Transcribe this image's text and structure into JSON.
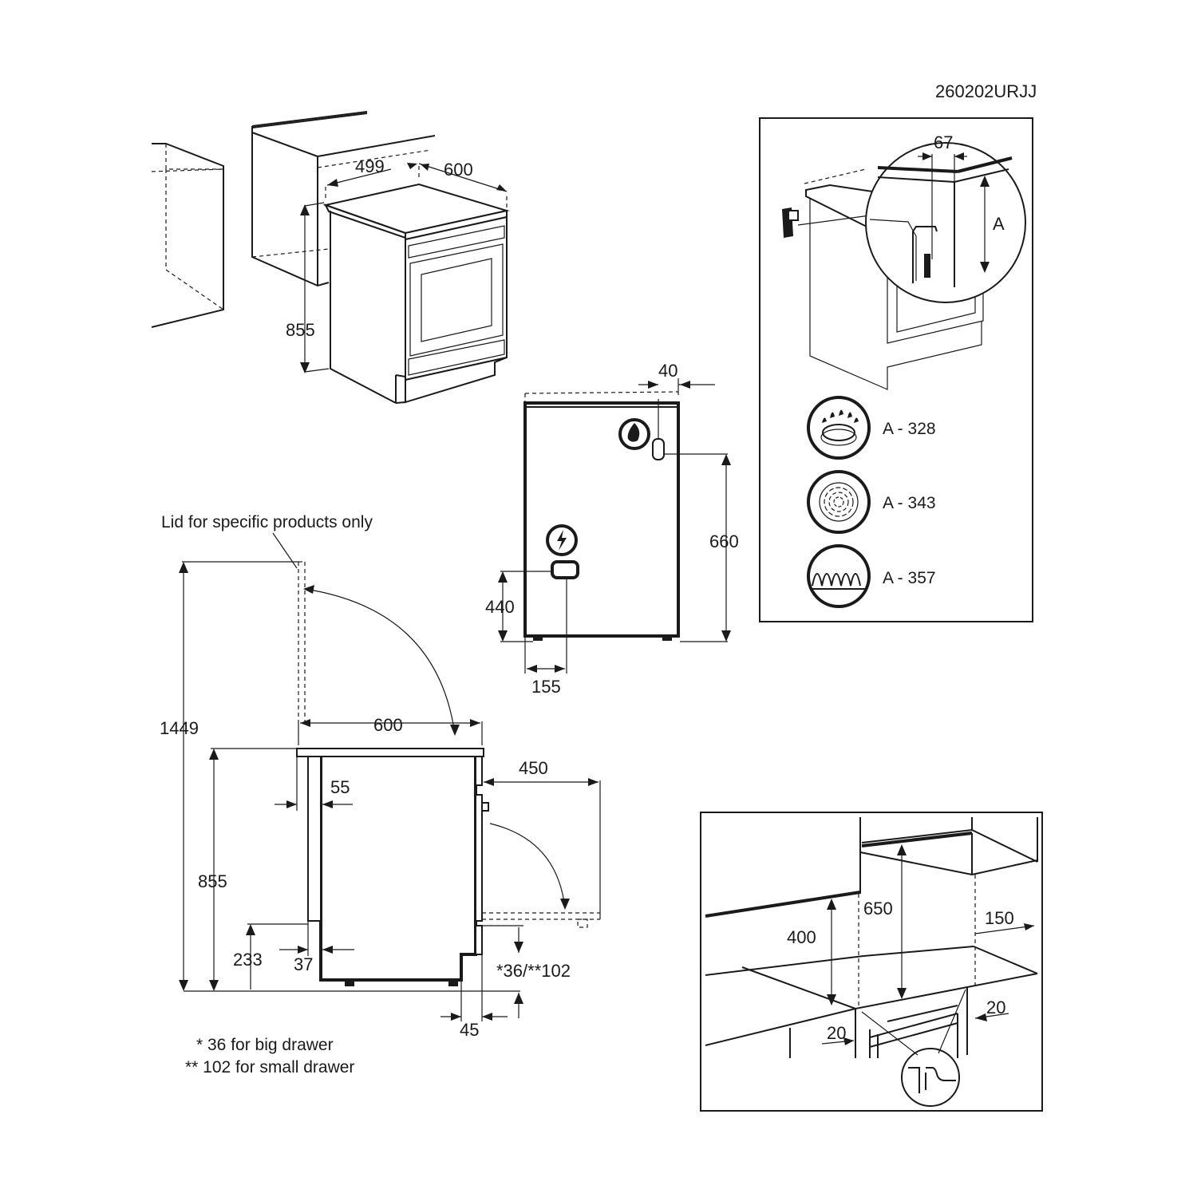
{
  "doc_code": "260202URJJ",
  "view_top": {
    "width_gap": "499",
    "depth": "600",
    "height": "855"
  },
  "view_back": {
    "gas_offset": "40",
    "gas_height": "660",
    "elec_height": "440",
    "elec_offset": "155"
  },
  "view_side": {
    "lid_note": "Lid for specific products only",
    "total_height": "1449",
    "depth": "600",
    "height": "855",
    "door_open": "450",
    "lid_gap": "55",
    "drawer_height": "233",
    "drawer_gap": "37",
    "feet_offset": "*36/**102",
    "foot_inset": "45",
    "note_big": "* 36 for big drawer",
    "note_small": "** 102 for small drawer"
  },
  "view_bracket": {
    "offset": "67",
    "height_label": "A",
    "types": [
      {
        "icon": "gas-burner-icon",
        "value": "A - 328"
      },
      {
        "icon": "radiant-hob-icon",
        "value": "A - 343"
      },
      {
        "icon": "heating-coil-icon",
        "value": "A - 357"
      }
    ]
  },
  "view_clearance": {
    "side_height": "400",
    "top_height": "650",
    "side_gap": "150",
    "gap_left": "20",
    "gap_right": "20"
  }
}
